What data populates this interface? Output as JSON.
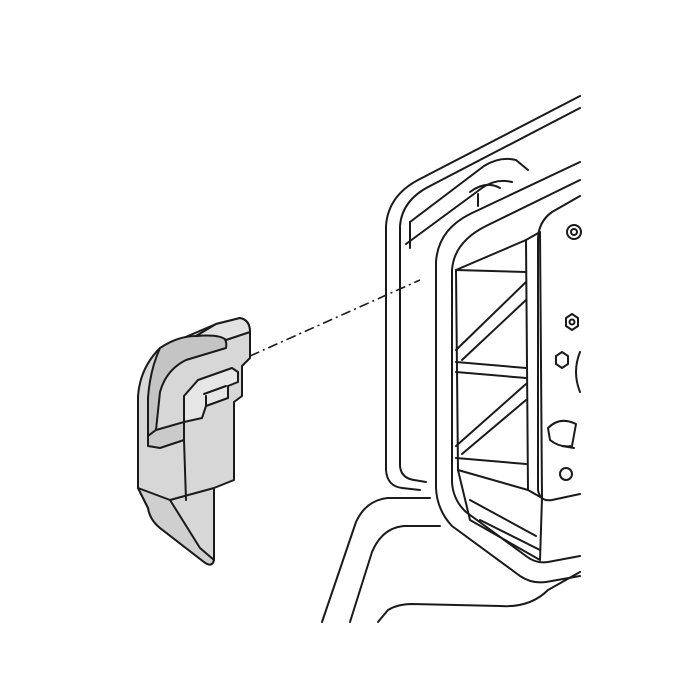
{
  "figure": {
    "parts": [
      {
        "name": "clip-part",
        "label": ""
      },
      {
        "name": "housing-part",
        "label": ""
      }
    ],
    "assembly_line": {
      "style": "dash-dot"
    },
    "colors": {
      "background": "#ffffff",
      "stroke": "#1a1a1a",
      "clip_fill": "#d7d7d7",
      "clip_shadow": "#bdbdbd",
      "housing_fill": "#ffffff",
      "housing_shade": "#ededed"
    }
  }
}
